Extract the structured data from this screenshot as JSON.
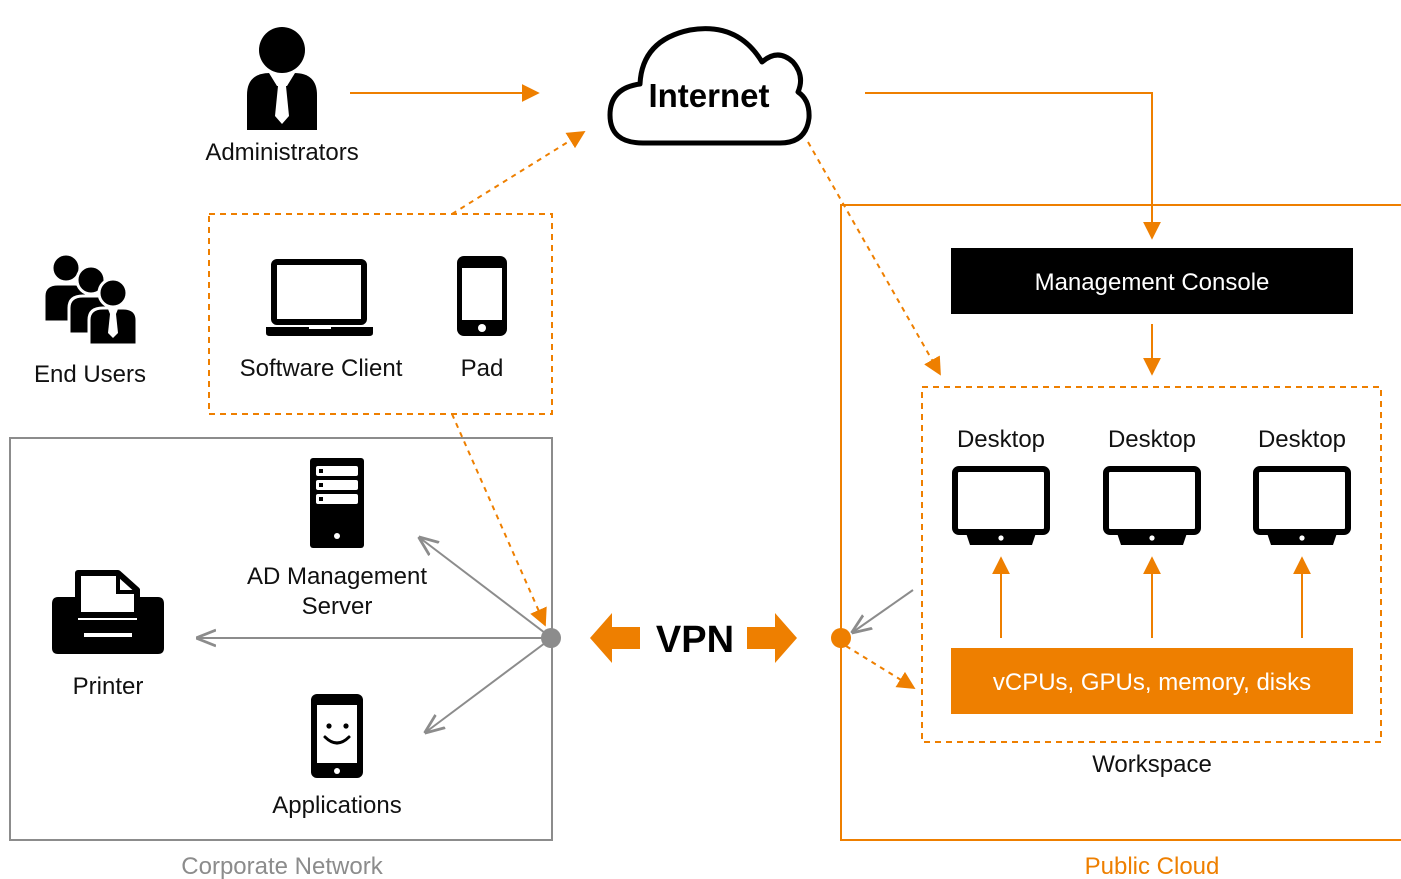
{
  "colors": {
    "accent": "#ee7f00",
    "gray": "#8c8c8c",
    "black": "#000000",
    "white": "#ffffff"
  },
  "nodes": {
    "administrators": "Administrators",
    "end_users": "End Users",
    "internet": "Internet",
    "software_client": "Software Client",
    "pad": "Pad",
    "ad_server_line1": "AD Management",
    "ad_server_line2": "Server",
    "printer": "Printer",
    "applications": "Applications",
    "vpn": "VPN",
    "management_console": "Management Console",
    "desktops": [
      "Desktop",
      "Desktop",
      "Desktop"
    ],
    "resources": "vCPUs, GPUs, memory, disks",
    "workspace": "Workspace"
  },
  "groups": {
    "corporate_network": "Corporate Network",
    "public_cloud": "Public Cloud"
  },
  "icons": [
    "person-icon",
    "user-group-icon",
    "cloud-icon",
    "laptop-icon",
    "tablet-icon",
    "server-icon",
    "printer-icon",
    "smartphone-icon",
    "monitor-icon"
  ]
}
